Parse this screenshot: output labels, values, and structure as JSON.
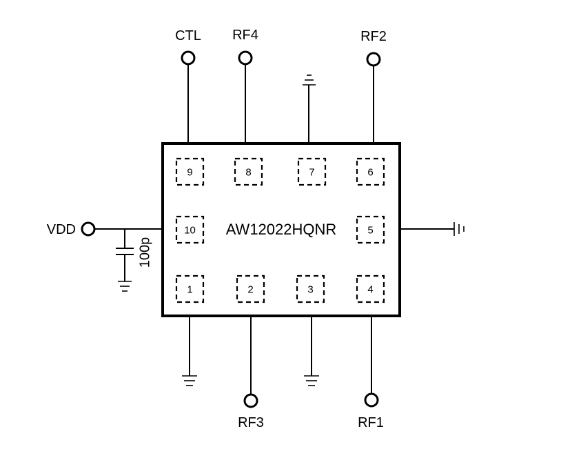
{
  "chip": {
    "part_number": "AW12022HQNR"
  },
  "terminals": {
    "ctl": "CTL",
    "rf4": "RF4",
    "rf2": "RF2",
    "vdd": "VDD",
    "rf3": "RF3",
    "rf1": "RF1"
  },
  "capacitor": {
    "value": "100p"
  },
  "pins": [
    "1",
    "2",
    "3",
    "4",
    "5",
    "6",
    "7",
    "8",
    "9",
    "10"
  ]
}
